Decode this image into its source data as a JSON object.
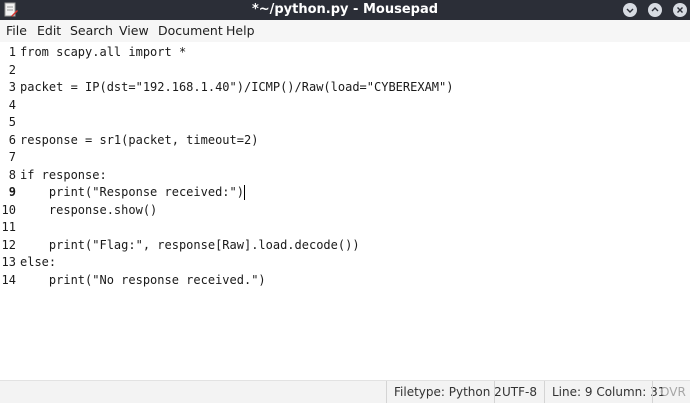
{
  "window": {
    "title": "*~/python.py - Mousepad",
    "app_icon": "mousepad-icon",
    "controls": [
      "minimize-icon",
      "maximize-icon",
      "close-icon"
    ],
    "titlebar_color": "#2b2e37"
  },
  "menubar": {
    "items": [
      "File",
      "Edit",
      "Search",
      "View",
      "Document",
      "Help"
    ]
  },
  "editor": {
    "current_line": 9,
    "lines": [
      {
        "number": "1",
        "text": "from scapy.all import *"
      },
      {
        "number": "2",
        "text": ""
      },
      {
        "number": "3",
        "text": "packet = IP(dst=\"192.168.1.40\")/ICMP()/Raw(load=\"CYBEREXAM\")"
      },
      {
        "number": "4",
        "text": ""
      },
      {
        "number": "5",
        "text": ""
      },
      {
        "number": "6",
        "text": "response = sr1(packet, timeout=2)"
      },
      {
        "number": "7",
        "text": ""
      },
      {
        "number": "8",
        "text": "if response:"
      },
      {
        "number": "9",
        "text": "    print(\"Response received:\")"
      },
      {
        "number": "10",
        "text": "    response.show()"
      },
      {
        "number": "11",
        "text": ""
      },
      {
        "number": "12",
        "text": "    print(\"Flag:\", response[Raw].load.decode())"
      },
      {
        "number": "13",
        "text": "else:"
      },
      {
        "number": "14",
        "text": "    print(\"No response received.\")"
      }
    ]
  },
  "statusbar": {
    "filetype": "Filetype: Python 2",
    "encoding": "UTF-8",
    "position": "Line: 9 Column: 31",
    "ovr": "OVR"
  }
}
